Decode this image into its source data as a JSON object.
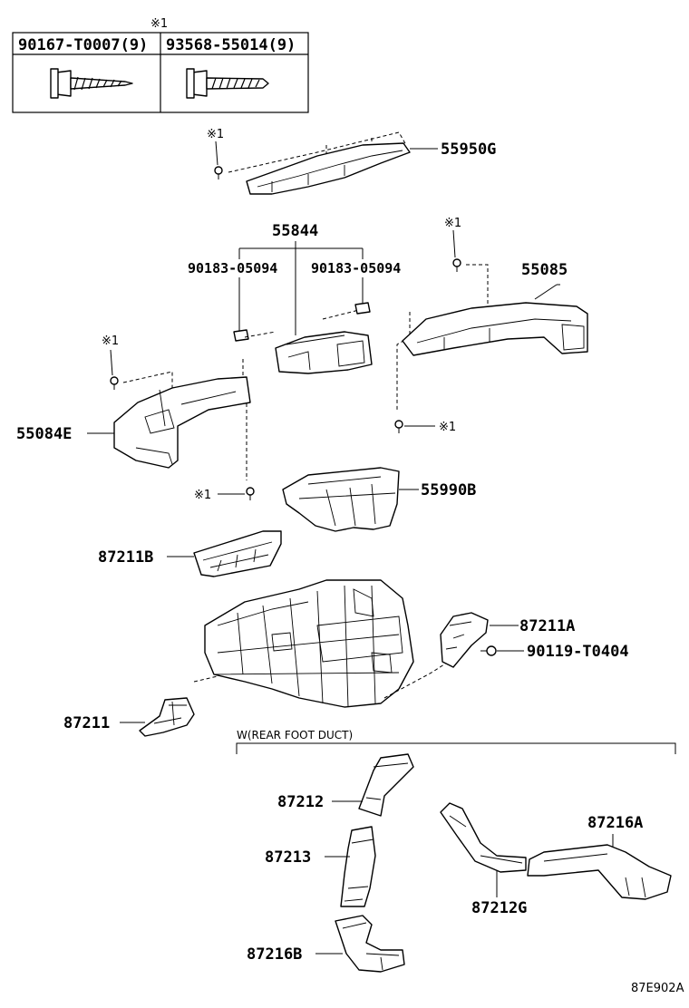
{
  "fastener_table": {
    "header_mark": "※1",
    "col1": "90167-T0007(9)",
    "col2": "93568-55014(9)",
    "icons": [
      "tapping-screw-icon",
      "flange-bolt-icon"
    ]
  },
  "marks": {
    "screw": "※1"
  },
  "parts": {
    "p55950G": "55950G",
    "p55844": "55844",
    "p90183a": "90183-05094",
    "p90183b": "90183-05094",
    "p55085": "55085",
    "p55084E": "55084E",
    "p55990B": "55990B",
    "p87211B": "87211B",
    "p87211A": "87211A",
    "p90119": "90119-T0404",
    "p87211": "87211"
  },
  "group": {
    "label": "W(REAR FOOT DUCT)",
    "parts": {
      "p87212": "87212",
      "p87216A": "87216A",
      "p87213": "87213",
      "p87212G": "87212G",
      "p87216B": "87216B"
    }
  },
  "reference": "87E902A"
}
